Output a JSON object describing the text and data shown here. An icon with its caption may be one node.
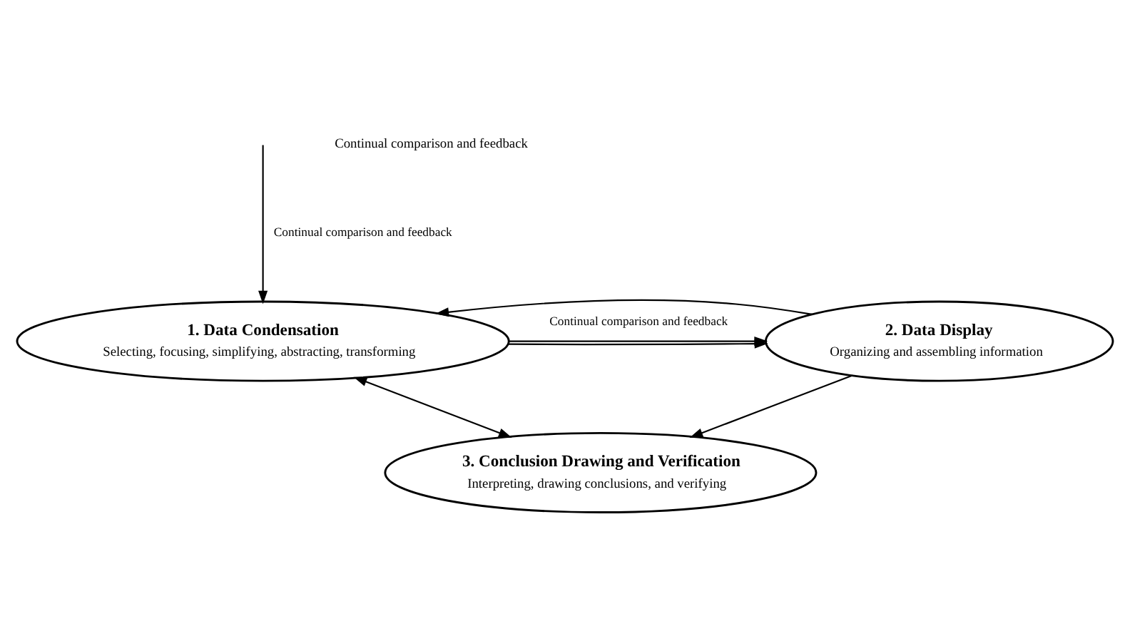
{
  "diagram": {
    "nodes": [
      {
        "text": [
          "1. Data Condensation",
          "Selecting, focusing, simplifying, abstracting, transforming"
        ]
      },
      {
        "text": [
          "2. Data Display",
          "Organizing and assembling information"
        ]
      },
      {
        "text": [
          "3. Conclusion Drawing and Verification",
          "Interpreting, drawing conclusions, and verifying"
        ]
      }
    ],
    "edges": [
      {
        "from": 0,
        "to": 1,
        "arrow": "to"
      },
      {
        "from": 1,
        "to": 0,
        "arrow": "to"
      },
      {
        "from": 0,
        "to": 2,
        "arrow": "both"
      },
      {
        "from": 1,
        "to": 2,
        "arrow": "to"
      },
      {
        "from": 0,
        "to": 1,
        "arrow": "to",
        "label": "Continual comparison and feedback"
      },
      {
        "from": null,
        "to": 0,
        "arrow": "to",
        "label": "Continual comparison and feedback"
      }
    ],
    "labels": [
      "Continual comparison and feedback"
    ]
  }
}
